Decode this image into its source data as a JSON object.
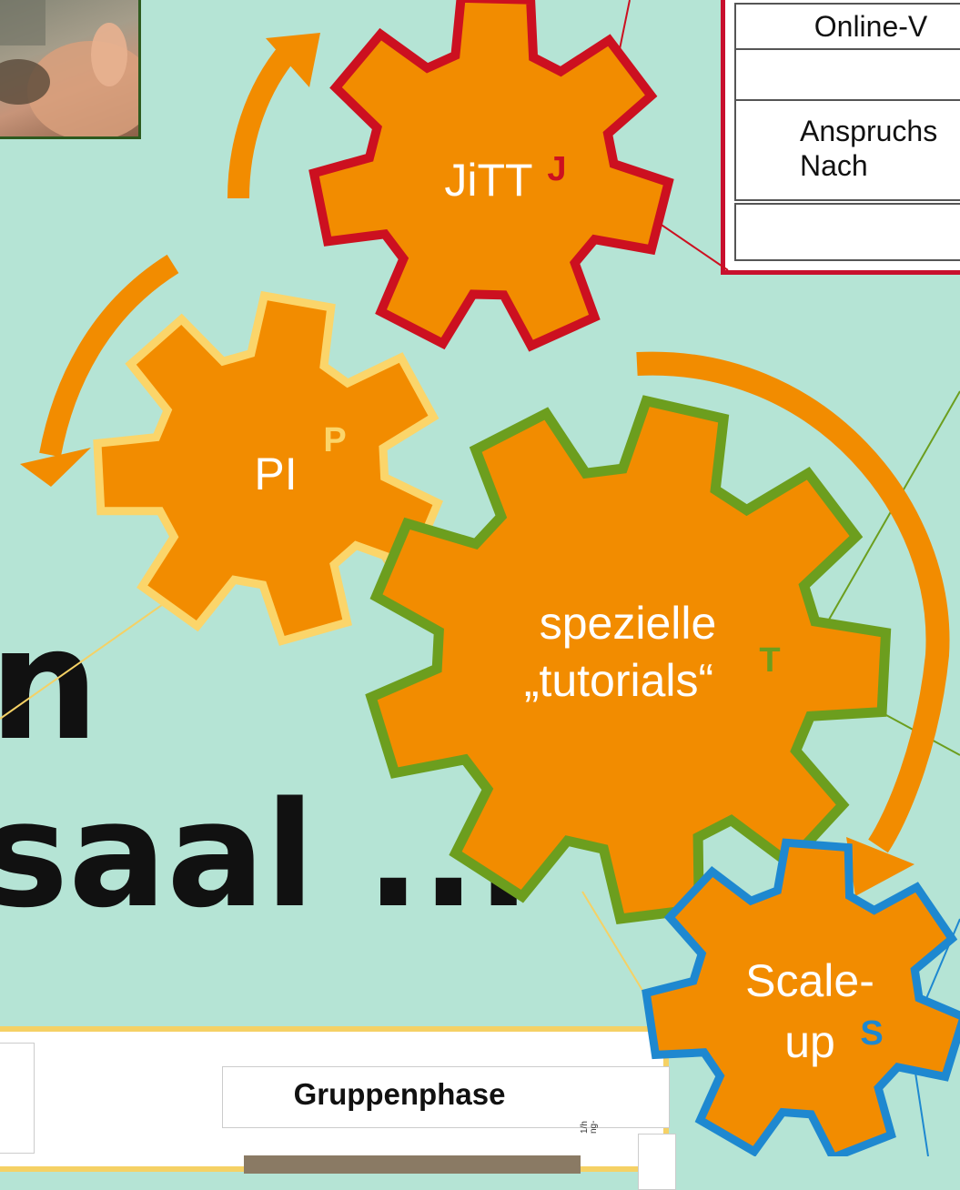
{
  "gears": [
    {
      "id": "jitt",
      "label_lines": [
        "JiTT"
      ],
      "letter": "J",
      "fill": "#f28c00",
      "stroke": "#cc1020",
      "letter_color": "#cc1020"
    },
    {
      "id": "pi",
      "label_lines": [
        "PI"
      ],
      "letter": "P",
      "fill": "#f28c00",
      "stroke": "#fbd56a",
      "letter_color": "#fbd56a"
    },
    {
      "id": "tutorials",
      "label_lines": [
        "spezielle",
        "„tutorials“"
      ],
      "letter": "T",
      "fill": "#f28c00",
      "stroke": "#6c9e1e",
      "letter_color": "#6c9e1e"
    },
    {
      "id": "scaleup",
      "label_lines": [
        "Scale-",
        "up"
      ],
      "letter": "S",
      "fill": "#f28c00",
      "stroke": "#1e88d0",
      "letter_color": "#1e88d0"
    }
  ],
  "table": {
    "rows": [
      "Online-V",
      "",
      "Anspruchs\nNach",
      ""
    ]
  },
  "headline": {
    "line1_fragment": "n",
    "line2_fragment": "saal ..."
  },
  "bottom_panel": {
    "heading": "Gruppenphase",
    "side_note": "1/h\nng-"
  },
  "colors": {
    "background": "#b5e4d5",
    "arrow": "#f28c00",
    "jitt_border": "#cc1020"
  }
}
